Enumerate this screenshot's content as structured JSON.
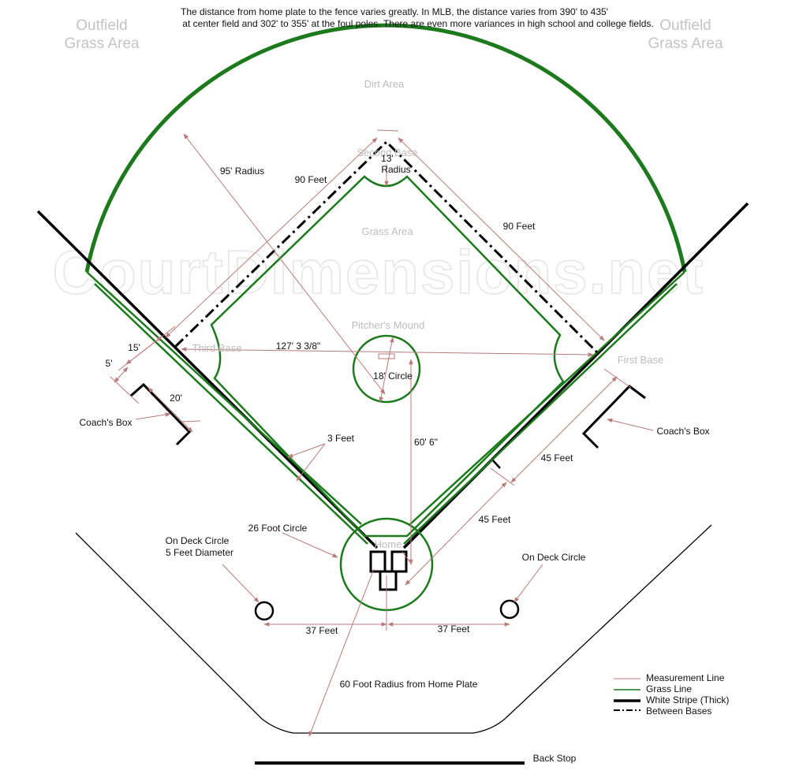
{
  "header_note": {
    "line1": "The distance from home plate to the fence varies greatly. In MLB, the distance varies from 390' to 435'",
    "line2": "at center field and 302' to 355' at the foul poles. There are even more variances in high school and college fields."
  },
  "watermark": "CourtDimensions.net",
  "areas": {
    "outfield_left_1": "Outfield",
    "outfield_left_2": "Grass Area",
    "outfield_right_1": "Outfield",
    "outfield_right_2": "Grass Area",
    "dirt": "Dirt Area",
    "grass": "Grass Area",
    "second_base": "Second Base",
    "third_base": "Third Base",
    "first_base": "First Base",
    "pitchers_mound": "Pitcher's Mound",
    "home": "Home"
  },
  "labels": {
    "radius_95": "95' Radius",
    "feet_90_left": "90 Feet",
    "feet_90_right": "90 Feet",
    "radius_13_a": "13'",
    "radius_13_b": "Radius",
    "diagonal_127": "127' 3 3/8\"",
    "circle_18": "18' Circle",
    "dist_60_6": "60' 6\"",
    "feet_3": "3 Feet",
    "dim_15": "15'",
    "dim_5": "5'",
    "dim_20": "20'",
    "coach_box_left": "Coach's Box",
    "coach_box_right": "Coach's Box",
    "feet_45_upper": "45 Feet",
    "feet_45_lower": "45 Feet",
    "circle_26": "26 Foot Circle",
    "on_deck_left_1": "On Deck Circle",
    "on_deck_left_2": "5 Feet Diameter",
    "on_deck_right": "On Deck Circle",
    "feet_37_left": "37 Feet",
    "feet_37_right": "37 Feet",
    "radius_60_home": "60 Foot Radius from Home Plate",
    "back_stop": "Back Stop"
  },
  "legend": {
    "measurement": "Measurement Line",
    "grass": "Grass Line",
    "stripe": "White Stripe (Thick)",
    "bases": "Between Bases"
  },
  "colors": {
    "measurement": "#b97a7a",
    "grass": "#1c7a1c",
    "stripe": "#000000"
  }
}
